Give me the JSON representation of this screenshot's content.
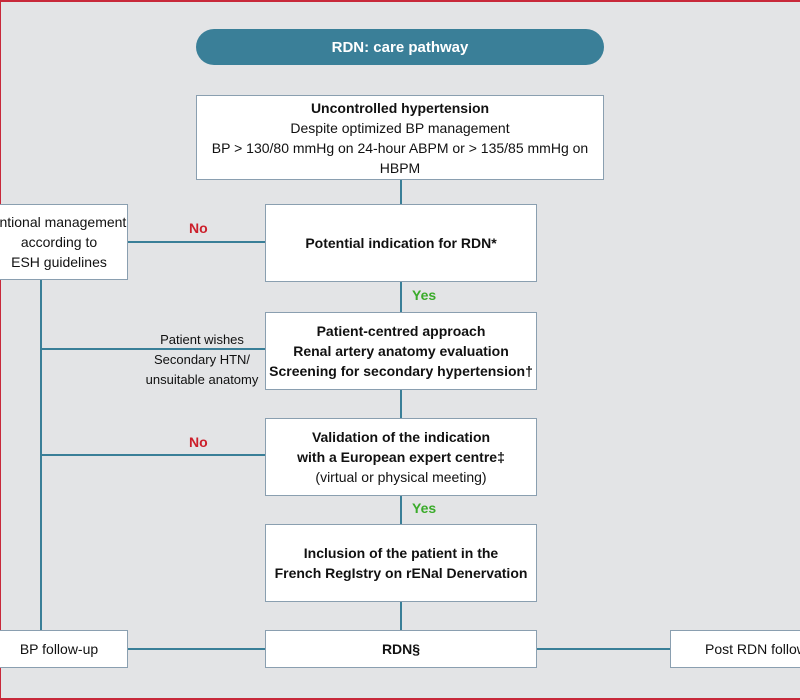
{
  "title": "RDN: care pathway",
  "boxes": {
    "uncontrolled": {
      "title": "Uncontrolled hypertension",
      "line1": "Despite optimized BP management",
      "line2": "BP > 130/80 mmHg on 24-hour ABPM or > 135/85 mmHg on HBPM"
    },
    "conventional": {
      "line1": "entional management",
      "line2": "according to",
      "line3": "ESH guidelines"
    },
    "potential": {
      "title": "Potential indication for RDN*"
    },
    "patient_centred": {
      "line1": "Patient-centred approach",
      "line2": "Renal artery anatomy evaluation",
      "line3": "Screening for secondary hypertension†"
    },
    "validation": {
      "line1": "Validation of the indication",
      "line2": "with a European expert centre‡",
      "line3": "(virtual or physical meeting)"
    },
    "inclusion": {
      "line1": "Inclusion of the patient in the",
      "line2": "French RegIstry on rENal Denervation"
    },
    "rdn": {
      "title": "RDN§"
    },
    "bp_followup": {
      "title": "BP follow-up"
    },
    "post_rdn": {
      "title": "Post RDN follow-"
    }
  },
  "labels": {
    "no1": "No",
    "yes1": "Yes",
    "no2": "No",
    "yes2": "Yes",
    "side_note": [
      "Patient wishes",
      "Secondary HTN/",
      "unsuitable anatomy"
    ]
  },
  "colors": {
    "accent": "#3a7f98",
    "no": "#cc1f2b",
    "yes": "#3aab2a",
    "frame": "#c8283a"
  }
}
